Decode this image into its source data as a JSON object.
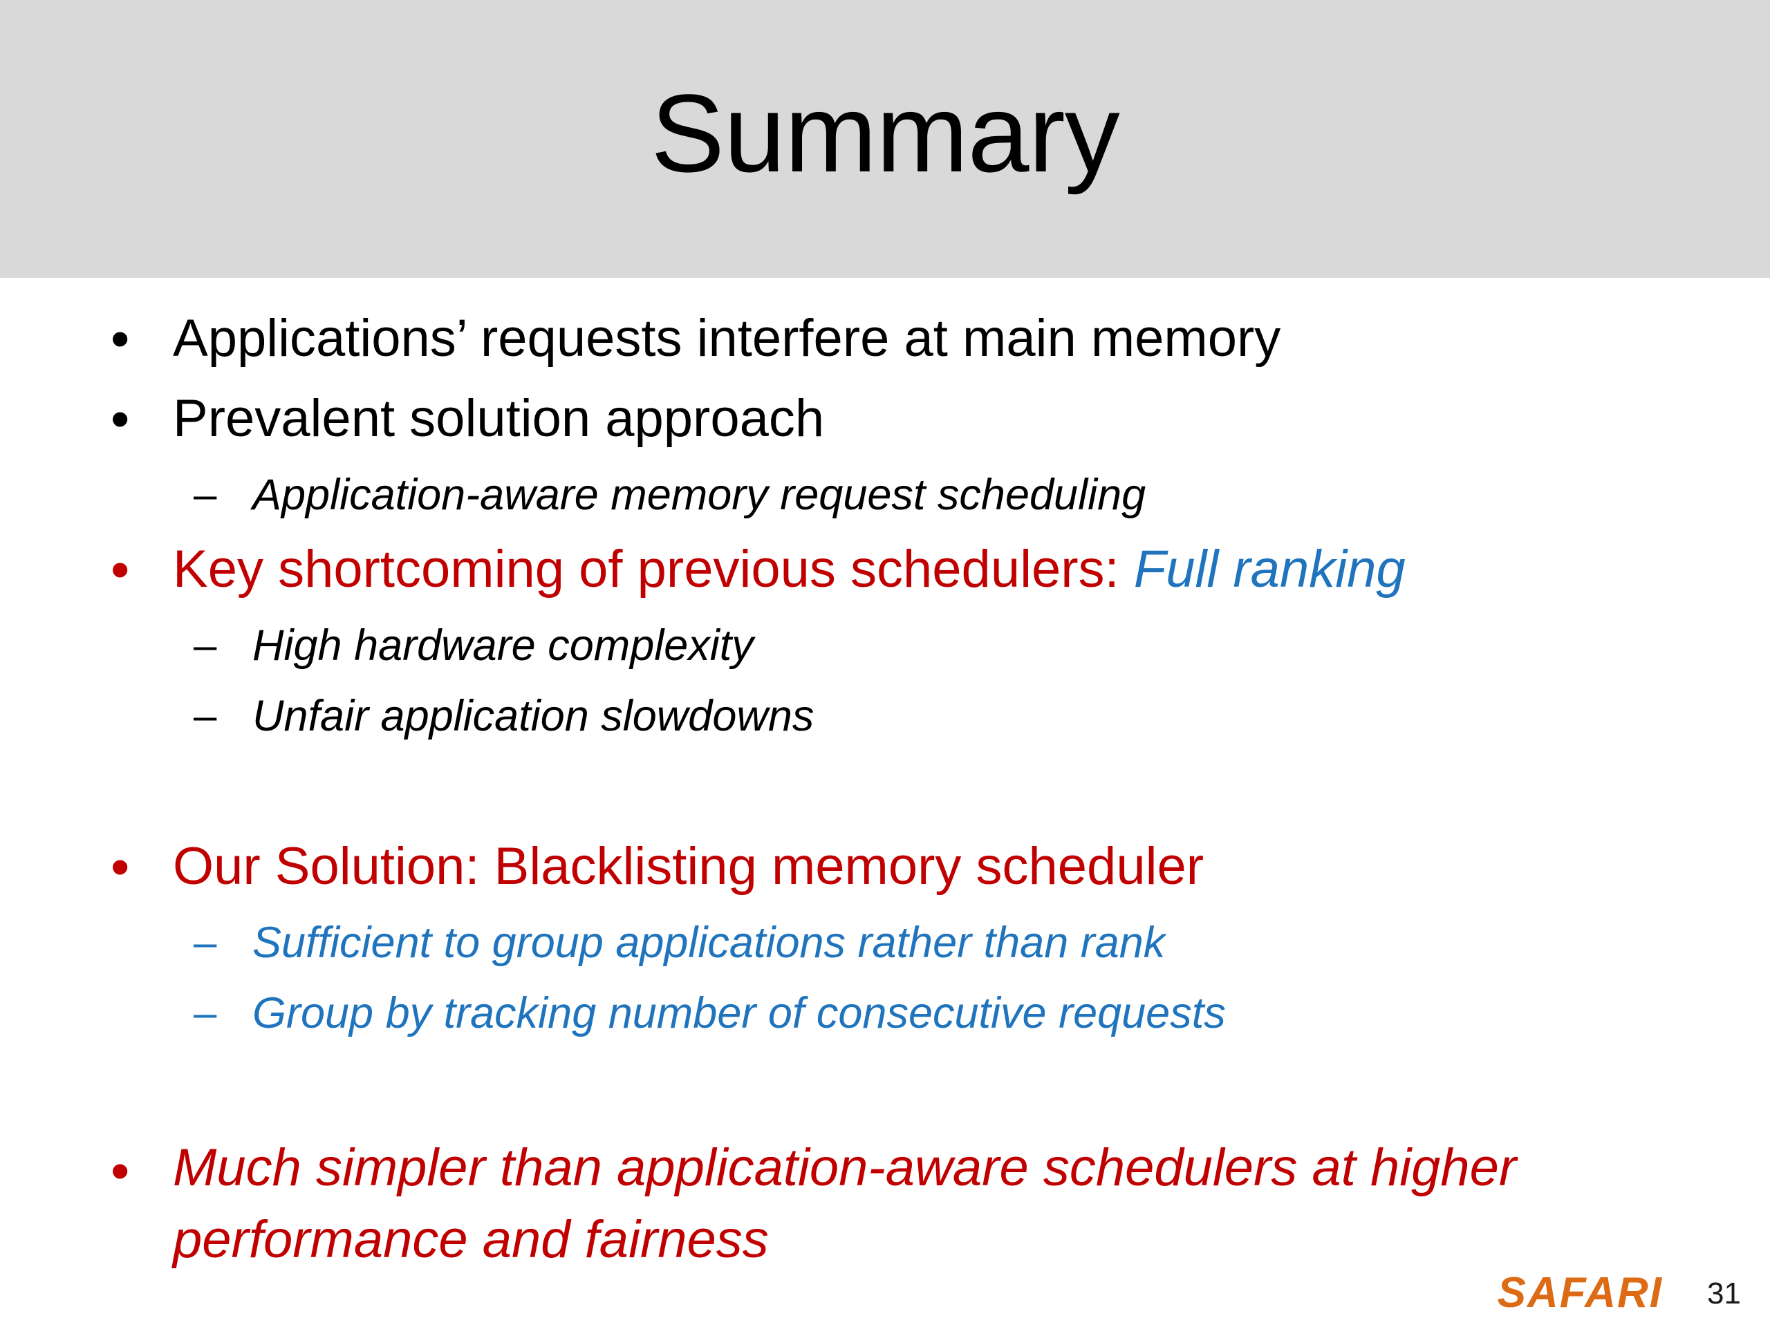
{
  "slide": {
    "title": "Summary",
    "page_number": "31",
    "logo_text": "SAFARI",
    "colors": {
      "title_band": "#D9D9D9",
      "slide_background": "#FFFFFF",
      "text_black": "#000000",
      "accent_red": "#C00000",
      "accent_blue": "#1F74BD",
      "logo_orange": "#DD6B16"
    },
    "bullets": [
      {
        "level": 1,
        "marker": "•",
        "color": "black",
        "text": "Applications’ requests interfere at main memory"
      },
      {
        "level": 1,
        "marker": "•",
        "color": "black",
        "text": "Prevalent solution approach"
      },
      {
        "level": 2,
        "marker": "–",
        "color": "black",
        "text": "Application-aware memory request scheduling"
      },
      {
        "level": 1,
        "marker": "•",
        "color": "red",
        "text": "Key shortcoming of previous schedulers: ",
        "text_highlight": "Full ranking",
        "highlight_color": "blue"
      },
      {
        "level": 2,
        "marker": "–",
        "color": "black",
        "text": "High hardware complexity"
      },
      {
        "level": 2,
        "marker": "–",
        "color": "black",
        "text": "Unfair application slowdowns"
      },
      {
        "level": 1,
        "marker": "•",
        "color": "red",
        "text": "Our Solution: Blacklisting memory scheduler"
      },
      {
        "level": 2,
        "marker": "–",
        "color": "blue",
        "text": "Sufficient to group applications rather than rank"
      },
      {
        "level": 2,
        "marker": "–",
        "color": "blue",
        "text": "Group by tracking number of consecutive requests"
      },
      {
        "level": 1,
        "marker": "•",
        "color": "red",
        "italic": true,
        "text": "Much simpler  than application-aware schedulers at higher performance and fairness"
      }
    ]
  }
}
